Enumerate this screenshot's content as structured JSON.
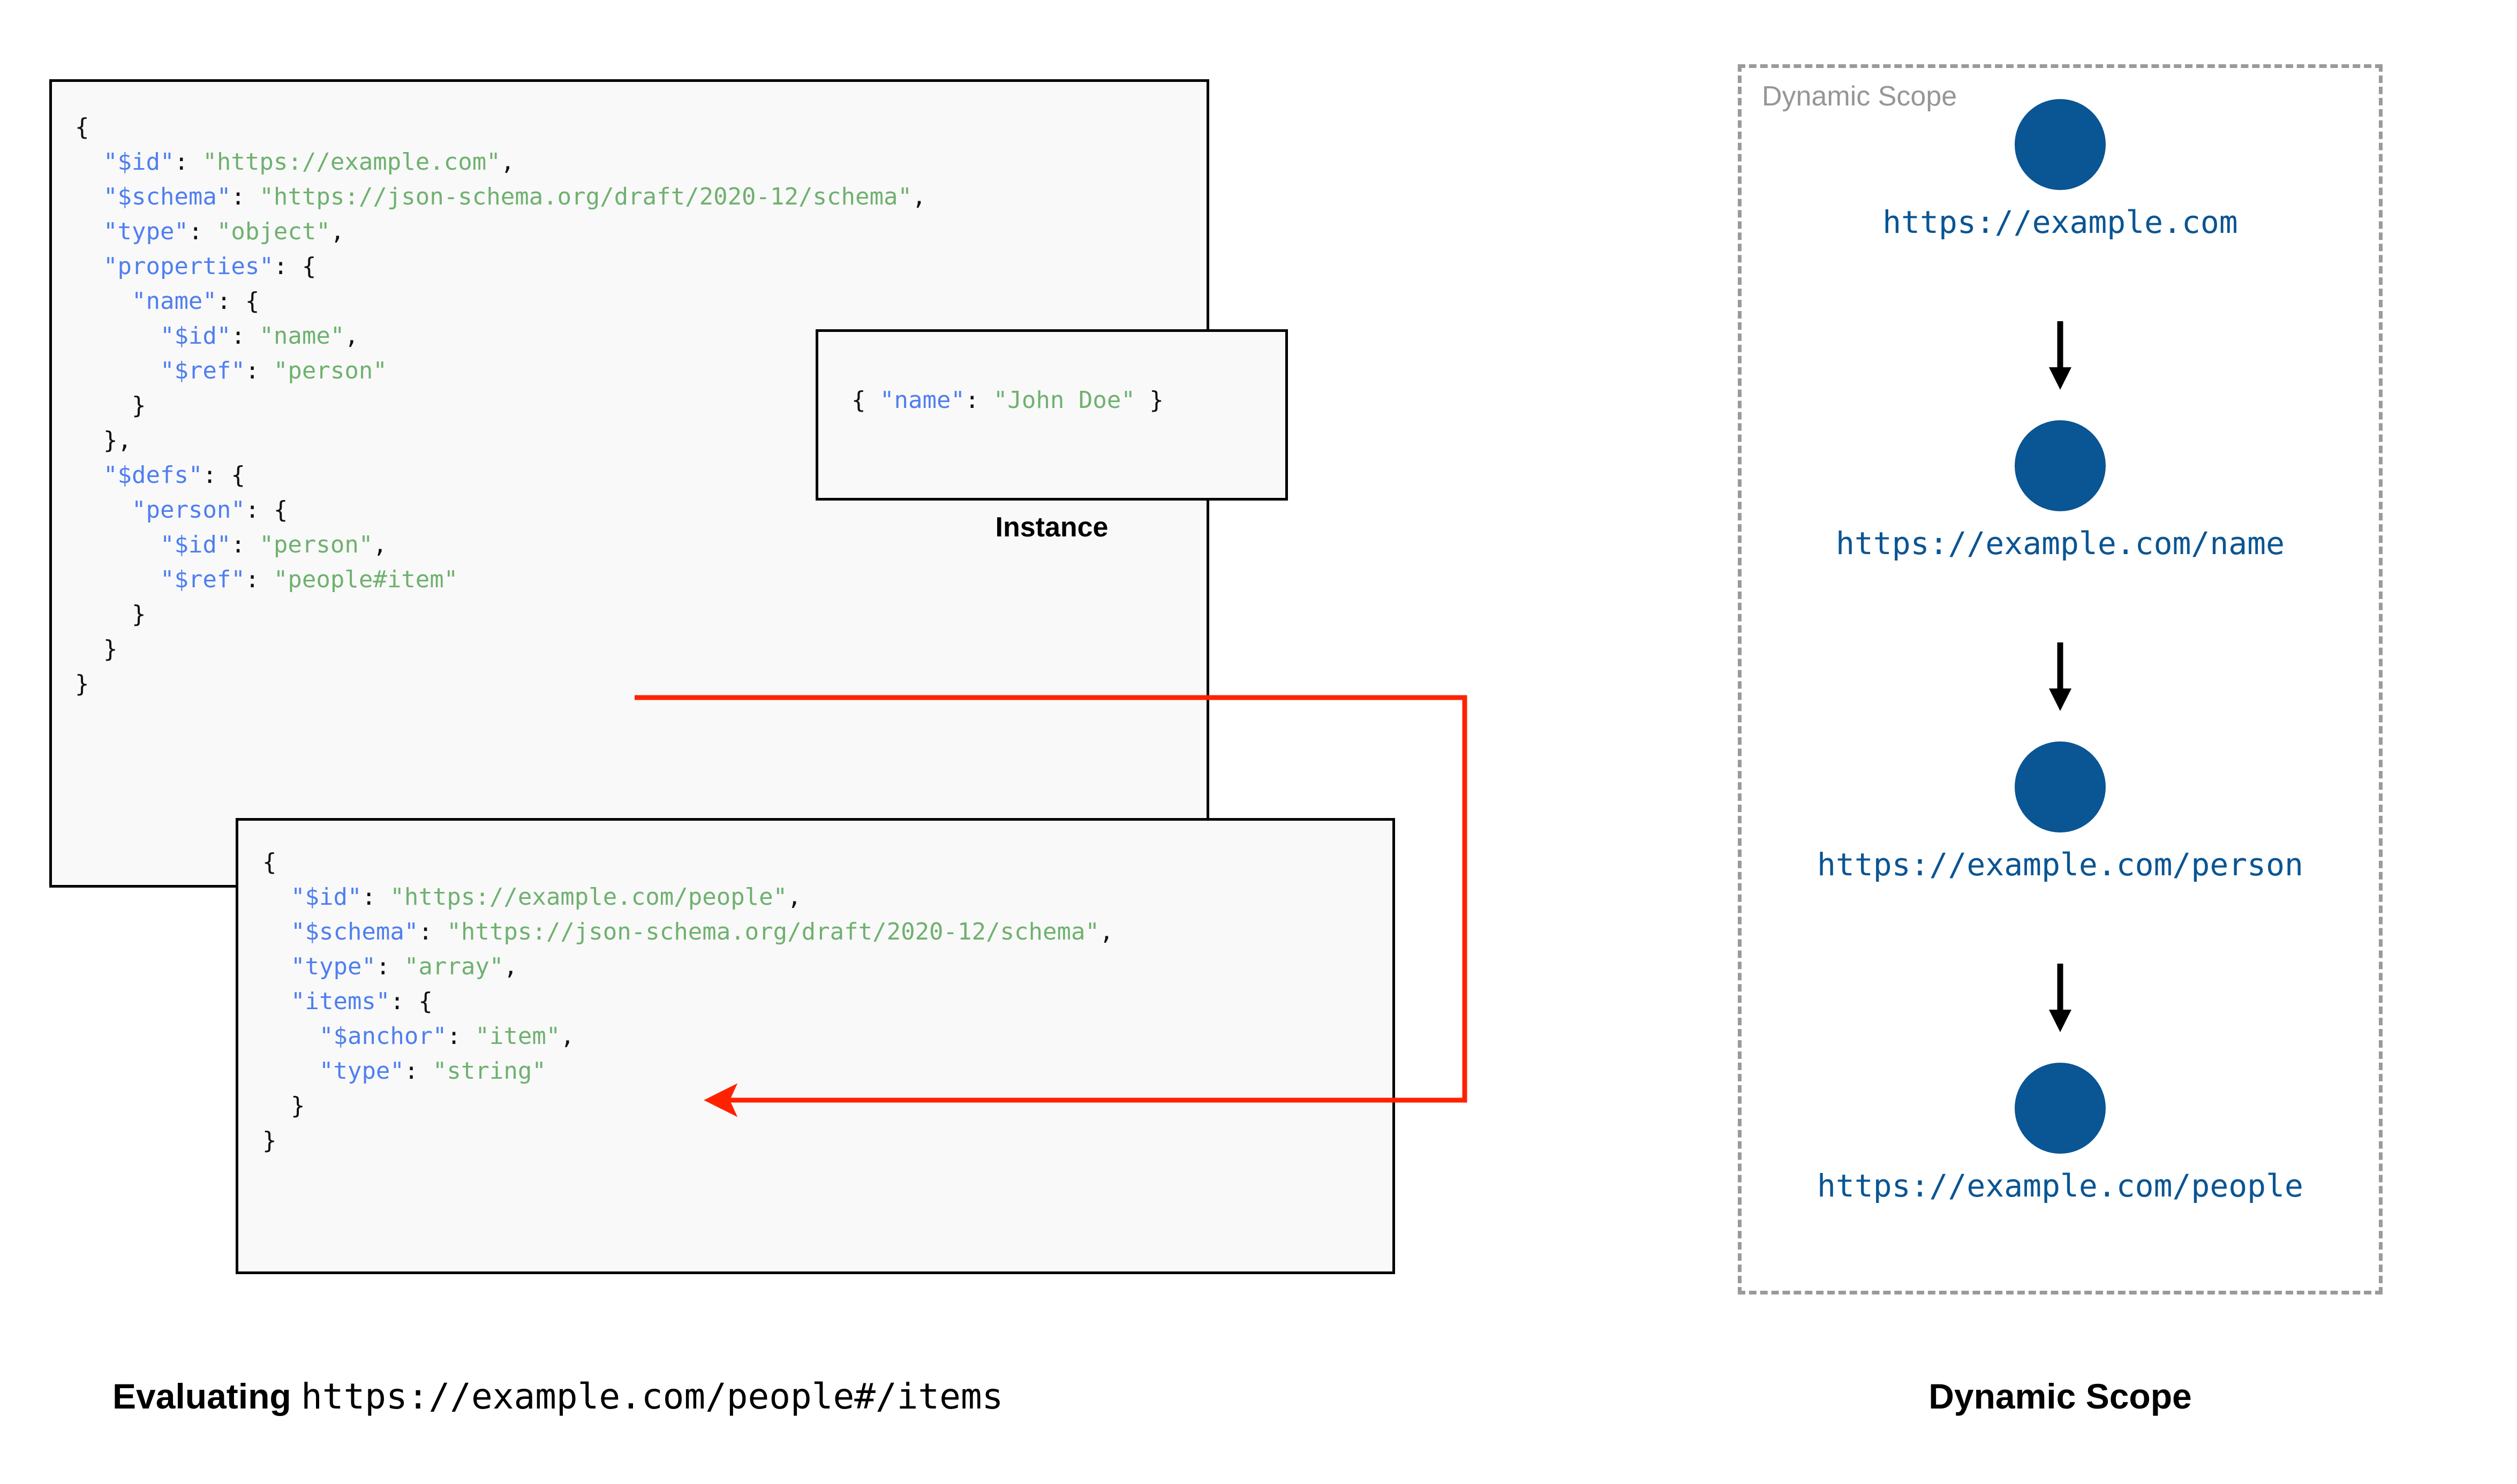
{
  "colors": {
    "key": "#4f7ff0",
    "string": "#6fb16f",
    "punct": "#111111",
    "node": "#0a5593",
    "ref_arrow": "#ff2200",
    "panel_border": "#9a9a9a",
    "panel_label": "#969696",
    "box_bg": "#f9f9f9",
    "box_border": "#000000"
  },
  "schema_root": {
    "name": "root-schema",
    "lines": [
      [
        {
          "t": "{",
          "c": "p"
        }
      ],
      [
        {
          "t": "  ",
          "c": "p"
        },
        {
          "t": "\"$id\"",
          "c": "k"
        },
        {
          "t": ": ",
          "c": "p"
        },
        {
          "t": "\"https://example.com\"",
          "c": "s"
        },
        {
          "t": ",",
          "c": "p"
        }
      ],
      [
        {
          "t": "  ",
          "c": "p"
        },
        {
          "t": "\"$schema\"",
          "c": "k"
        },
        {
          "t": ": ",
          "c": "p"
        },
        {
          "t": "\"https://json-schema.org/draft/2020-12/schema\"",
          "c": "s"
        },
        {
          "t": ",",
          "c": "p"
        }
      ],
      [
        {
          "t": "  ",
          "c": "p"
        },
        {
          "t": "\"type\"",
          "c": "k"
        },
        {
          "t": ": ",
          "c": "p"
        },
        {
          "t": "\"object\"",
          "c": "s"
        },
        {
          "t": ",",
          "c": "p"
        }
      ],
      [
        {
          "t": "  ",
          "c": "p"
        },
        {
          "t": "\"properties\"",
          "c": "k"
        },
        {
          "t": ": {",
          "c": "p"
        }
      ],
      [
        {
          "t": "    ",
          "c": "p"
        },
        {
          "t": "\"name\"",
          "c": "k"
        },
        {
          "t": ": {",
          "c": "p"
        }
      ],
      [
        {
          "t": "      ",
          "c": "p"
        },
        {
          "t": "\"$id\"",
          "c": "k"
        },
        {
          "t": ": ",
          "c": "p"
        },
        {
          "t": "\"name\"",
          "c": "s"
        },
        {
          "t": ",",
          "c": "p"
        }
      ],
      [
        {
          "t": "      ",
          "c": "p"
        },
        {
          "t": "\"$ref\"",
          "c": "k"
        },
        {
          "t": ": ",
          "c": "p"
        },
        {
          "t": "\"person\"",
          "c": "s"
        }
      ],
      [
        {
          "t": "    }",
          "c": "p"
        }
      ],
      [
        {
          "t": "  },",
          "c": "p"
        }
      ],
      [
        {
          "t": "  ",
          "c": "p"
        },
        {
          "t": "\"$defs\"",
          "c": "k"
        },
        {
          "t": ": {",
          "c": "p"
        }
      ],
      [
        {
          "t": "    ",
          "c": "p"
        },
        {
          "t": "\"person\"",
          "c": "k"
        },
        {
          "t": ": {",
          "c": "p"
        }
      ],
      [
        {
          "t": "      ",
          "c": "p"
        },
        {
          "t": "\"$id\"",
          "c": "k"
        },
        {
          "t": ": ",
          "c": "p"
        },
        {
          "t": "\"person\"",
          "c": "s"
        },
        {
          "t": ",",
          "c": "p"
        }
      ],
      [
        {
          "t": "      ",
          "c": "p"
        },
        {
          "t": "\"$ref\"",
          "c": "k"
        },
        {
          "t": ": ",
          "c": "p"
        },
        {
          "t": "\"people#item\"",
          "c": "s"
        }
      ],
      [
        {
          "t": "    }",
          "c": "p"
        }
      ],
      [
        {
          "t": "  }",
          "c": "p"
        }
      ],
      [
        {
          "t": "}",
          "c": "p"
        }
      ]
    ]
  },
  "instance": {
    "label": "Instance",
    "lines": [
      [
        {
          "t": "{ ",
          "c": "p"
        },
        {
          "t": "\"name\"",
          "c": "k"
        },
        {
          "t": ": ",
          "c": "p"
        },
        {
          "t": "\"John Doe\"",
          "c": "s"
        },
        {
          "t": " }",
          "c": "p"
        }
      ]
    ]
  },
  "schema_people": {
    "name": "people-schema",
    "lines": [
      [
        {
          "t": "{",
          "c": "p"
        }
      ],
      [
        {
          "t": "  ",
          "c": "p"
        },
        {
          "t": "\"$id\"",
          "c": "k"
        },
        {
          "t": ": ",
          "c": "p"
        },
        {
          "t": "\"https://example.com/people\"",
          "c": "s"
        },
        {
          "t": ",",
          "c": "p"
        }
      ],
      [
        {
          "t": "  ",
          "c": "p"
        },
        {
          "t": "\"$schema\"",
          "c": "k"
        },
        {
          "t": ": ",
          "c": "p"
        },
        {
          "t": "\"https://json-schema.org/draft/2020-12/schema\"",
          "c": "s"
        },
        {
          "t": ",",
          "c": "p"
        }
      ],
      [
        {
          "t": "  ",
          "c": "p"
        },
        {
          "t": "\"type\"",
          "c": "k"
        },
        {
          "t": ": ",
          "c": "p"
        },
        {
          "t": "\"array\"",
          "c": "s"
        },
        {
          "t": ",",
          "c": "p"
        }
      ],
      [
        {
          "t": "  ",
          "c": "p"
        },
        {
          "t": "\"items\"",
          "c": "k"
        },
        {
          "t": ": {",
          "c": "p"
        }
      ],
      [
        {
          "t": "    ",
          "c": "p"
        },
        {
          "t": "\"$anchor\"",
          "c": "k"
        },
        {
          "t": ": ",
          "c": "p"
        },
        {
          "t": "\"item\"",
          "c": "s"
        },
        {
          "t": ",",
          "c": "p"
        }
      ],
      [
        {
          "t": "    ",
          "c": "p"
        },
        {
          "t": "\"type\"",
          "c": "k"
        },
        {
          "t": ": ",
          "c": "p"
        },
        {
          "t": "\"string\"",
          "c": "s"
        }
      ],
      [
        {
          "t": "  }",
          "c": "p"
        }
      ],
      [
        {
          "t": "}",
          "c": "p"
        }
      ]
    ]
  },
  "dynamic_scope": {
    "panel_label": "Dynamic Scope",
    "caption": "Dynamic Scope",
    "nodes": [
      {
        "label": "https://example.com"
      },
      {
        "label": "https://example.com/name"
      },
      {
        "label": "https://example.com/person"
      },
      {
        "label": "https://example.com/people"
      }
    ]
  },
  "caption_left": {
    "bold_part": "Evaluating",
    "mono_part": "https://example.com/people#/items"
  }
}
